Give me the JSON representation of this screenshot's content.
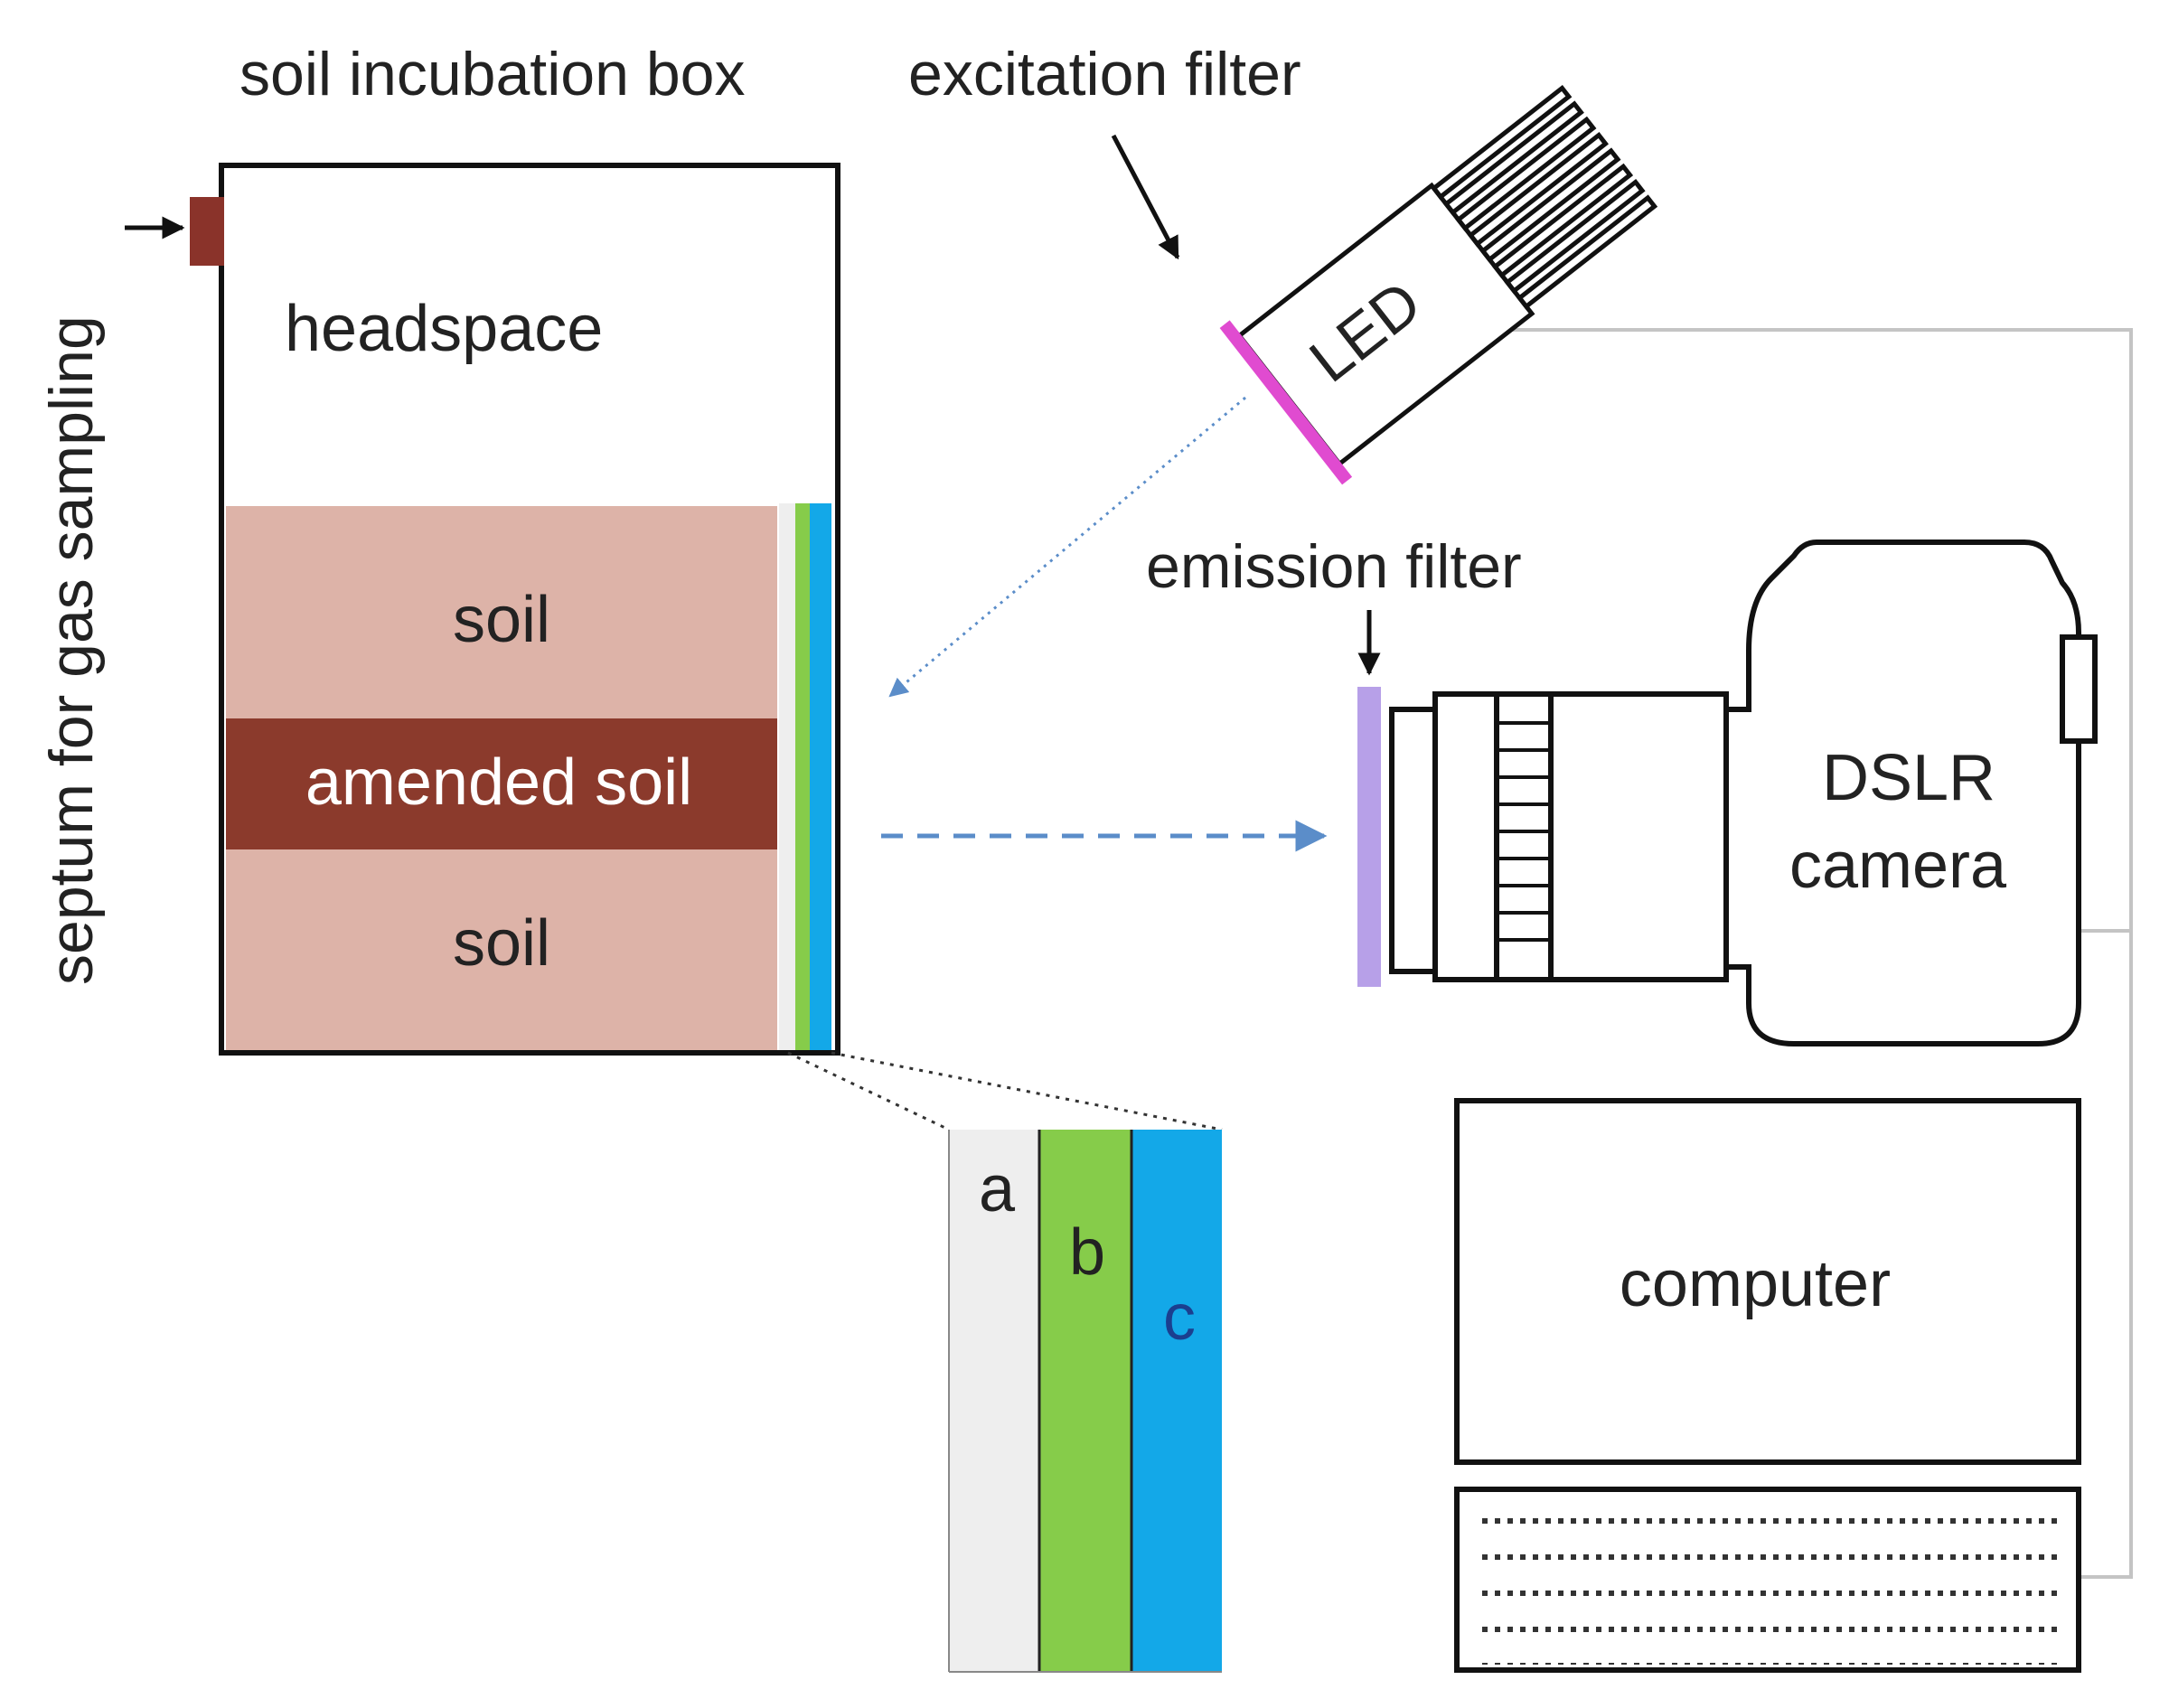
{
  "labels": {
    "box_title": "soil incubation box",
    "septum": "septum for gas sampling",
    "headspace": "headspace",
    "soil_top": "soil",
    "amended_soil": "amended soil",
    "soil_bottom": "soil",
    "excitation_filter": "excitation filter",
    "led": "LED",
    "emission_filter": "emission filter",
    "camera_line1": "DSLR",
    "camera_line2": "camera",
    "computer": "computer",
    "layer_a": "a",
    "layer_b": "b",
    "layer_c": "c"
  },
  "colors": {
    "soil": "#ddb3a8",
    "amended_soil": "#8b3a2c",
    "septum": "#8a332a",
    "excitation_filter": "#e04bd0",
    "emission_filter": "#b7a0e8",
    "layer_a": "#eeeeee",
    "layer_b": "#86cc4a",
    "layer_c": "#13a8e8",
    "beam_arrow": "#5b8dc9",
    "cable": "#c4c4c4"
  }
}
